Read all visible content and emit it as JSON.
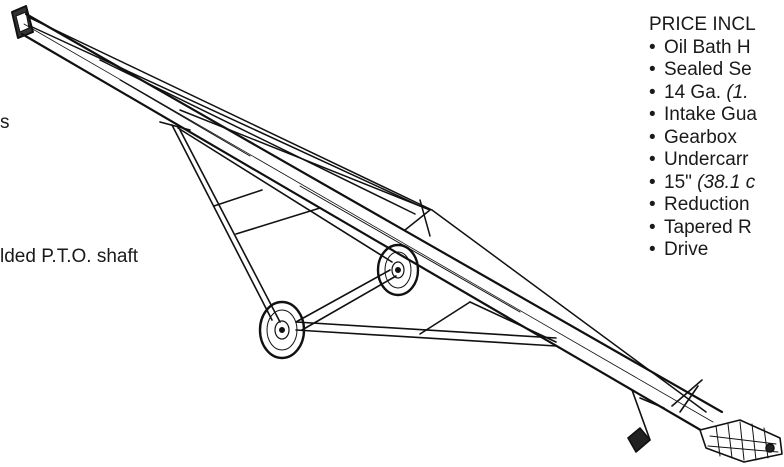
{
  "fragments": {
    "left_top": "s",
    "left_pto": "lded P.T.O. shaft"
  },
  "price_box": {
    "heading": "PRICE INCL",
    "bullet_glyph": "•",
    "items": [
      {
        "text": "Oil Bath H",
        "italic": ""
      },
      {
        "text": "Sealed Se",
        "italic": ""
      },
      {
        "text": "14 Ga. ",
        "italic": "(1."
      },
      {
        "text": "Intake Gua",
        "italic": ""
      },
      {
        "text": "Gearbox",
        "italic": ""
      },
      {
        "text": "Undercarr",
        "italic": ""
      },
      {
        "text": "15\" ",
        "italic": "(38.1 c"
      },
      {
        "text": "Reduction",
        "italic": ""
      },
      {
        "text": "Tapered R",
        "italic": ""
      },
      {
        "text": "Drive",
        "italic": ""
      }
    ]
  },
  "illustration": {
    "subject": "auger-illustration",
    "line_color": "#111111"
  }
}
